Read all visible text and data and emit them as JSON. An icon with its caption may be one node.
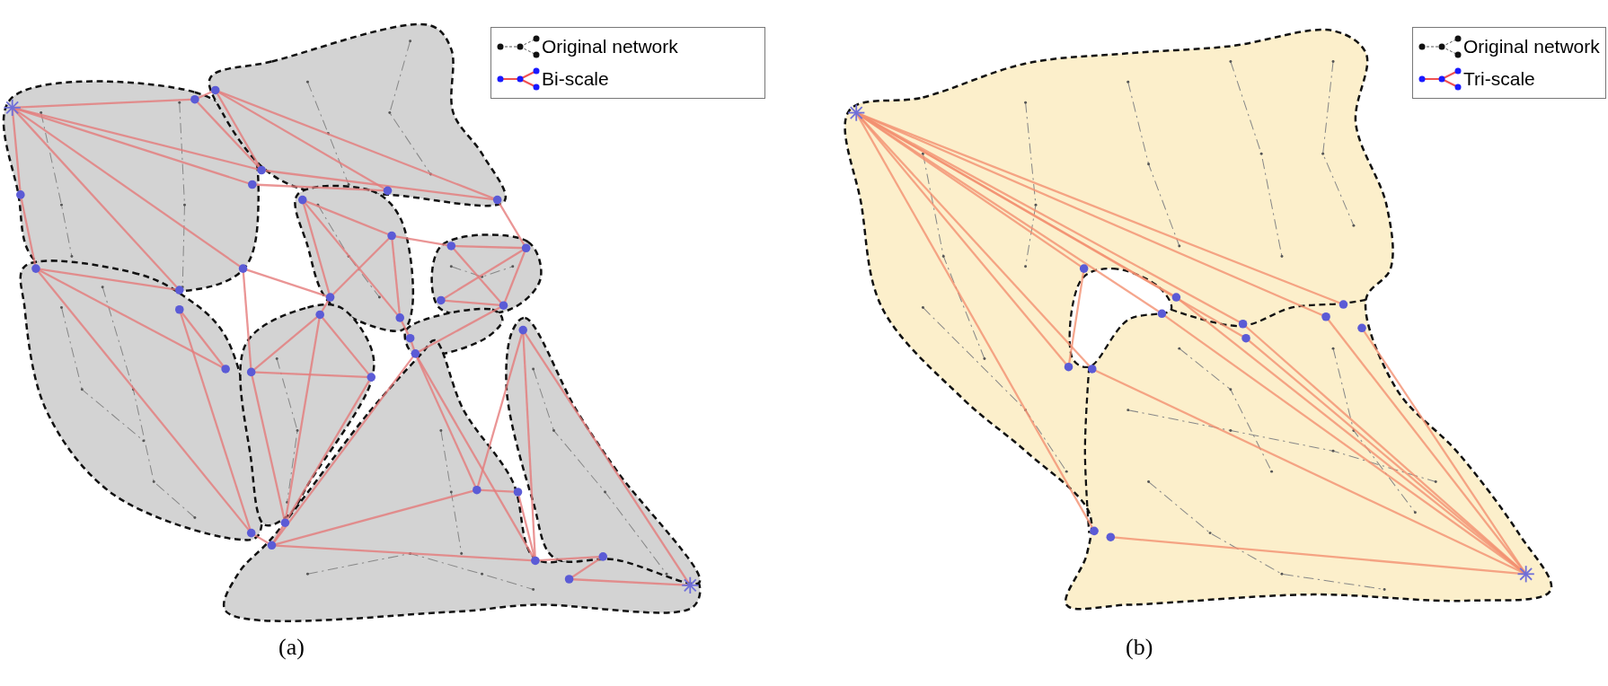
{
  "diagram": {
    "labels": [
      "(a)",
      "(b)"
    ],
    "legend": [
      {
        "text": "Original network"
      },
      {
        "text": "Bi-scale"
      },
      {
        "text": "Original network"
      },
      {
        "text": "Tri-scale"
      }
    ]
  }
}
